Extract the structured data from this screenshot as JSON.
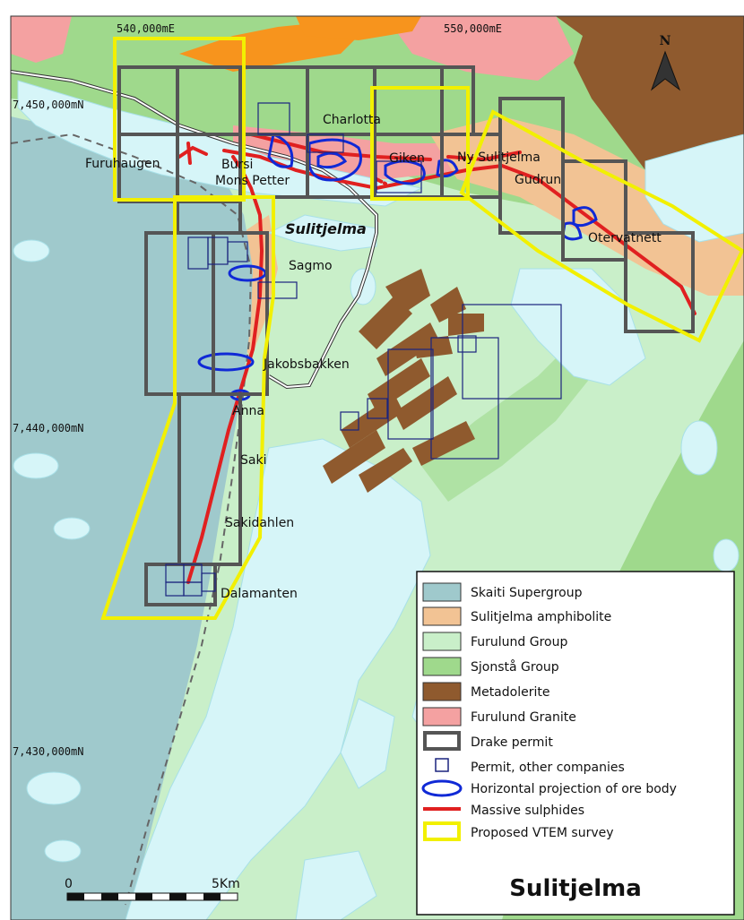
{
  "title": "Sulitjelma",
  "town": "Sulitjelma",
  "grid": {
    "e_540": "540,000mE",
    "e_550": "550,000mE",
    "n_7450": "7,450,000mN",
    "n_7440": "7,440,000mN",
    "n_7430": "7,430,000mN"
  },
  "scale": {
    "start": "0",
    "end": "5Km"
  },
  "north_label": "N",
  "places": {
    "furuhaugen": "Furuhaugen",
    "bursi": "Bursi",
    "mons_petter": "Mons Petter",
    "charlotta": "Charlotta",
    "giken": "Giken",
    "ny_sulitjelma": "Ny Sulitjelma",
    "gudrun": "Gudrun",
    "otervatnett": "Otervatnett",
    "sagmo": "Sagmo",
    "jakobsbakken": "Jakobsbakken",
    "anna": "Anna",
    "saki": "Saki",
    "sakidahlen": "Sakidahlen",
    "dalamanten": "Dalamanten"
  },
  "legend": {
    "skaiti": {
      "label": "Skaiti Supergroup",
      "color": "#9fc9cc"
    },
    "amphibolite": {
      "label": "Sulitjelma amphibolite",
      "color": "#f2c394"
    },
    "furulund": {
      "label": "Furulund Group",
      "color": "#c9efc9"
    },
    "sjonsta": {
      "label": "Sjonstå Group",
      "color": "#9fd98c"
    },
    "metadolerite": {
      "label": "Metadolerite",
      "color": "#8f5a2e"
    },
    "granite": {
      "label": "Furulund Granite",
      "color": "#f4a1a1"
    },
    "drake": {
      "label": "Drake permit",
      "color": "#555555"
    },
    "other": {
      "label": "Permit, other companies",
      "color": "#1a237e"
    },
    "ore": {
      "label": "Horizontal projection of ore body",
      "color": "#1029d6"
    },
    "sulphides": {
      "label": "Massive sulphides",
      "color": "#e02020"
    },
    "vtem": {
      "label": "Proposed VTEM survey",
      "color": "#f2f000"
    }
  }
}
